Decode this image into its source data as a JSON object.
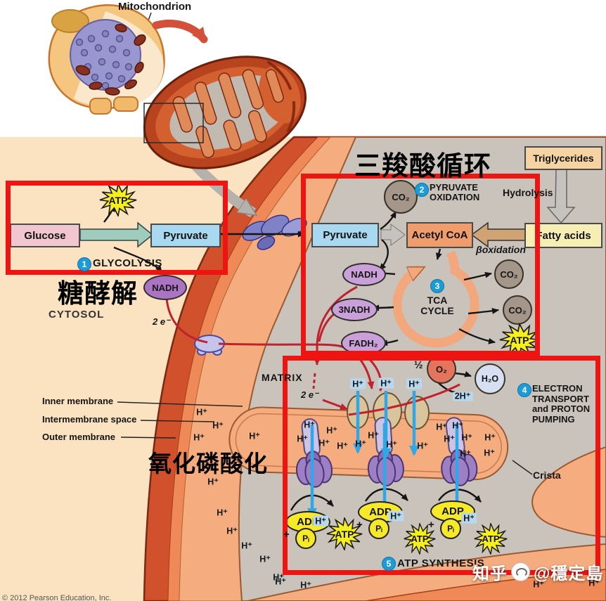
{
  "title": {
    "mitochondrion": "Mitochondrion"
  },
  "cn": {
    "tca": "三羧酸循环",
    "glycolysis": "糖酵解",
    "oxphos": "氧化磷酸化"
  },
  "steps": {
    "s1": {
      "n": "1",
      "label": "GLYCOLYSIS"
    },
    "s2": {
      "n": "2",
      "label": "PYRUVATE OXIDATION"
    },
    "s3": {
      "n": "3",
      "label": "TCA CYCLE"
    },
    "s4": {
      "n": "4",
      "label": "ELECTRON TRANSPORT and PROTON PUMPING"
    },
    "s5": {
      "n": "5",
      "label": "ATP SYNTHESIS"
    }
  },
  "mol": {
    "glucose": "Glucose",
    "pyruvate": "Pyruvate",
    "acetyl": "Acetyl CoA",
    "trig": "Triglycerides",
    "hydrolysis": "Hydrolysis",
    "fatty": "Fatty acids",
    "boxid": "βoxidation",
    "nadh": "NADH",
    "nadh3": "3NADH",
    "fadh2": "FADH₂",
    "co2": "CO₂",
    "atp": "ATP",
    "adp": "ADP",
    "pi": "Pᵢ",
    "plus": "+",
    "o2": "O₂",
    "half": "½",
    "h2o": "H₂O",
    "hplus": "H⁺",
    "twohplus": "2H⁺",
    "twoe": "2 e⁻"
  },
  "regions": {
    "cytosol": "CYTOSOL",
    "matrix": "MATRIX",
    "inner": "Inner membrane",
    "inter": "Intermembrane space",
    "outer": "Outer membrane",
    "crista": "Crista"
  },
  "watermark": {
    "site": "知乎",
    "user": "@穩定島"
  },
  "copyright": "© 2012 Pearson Education, Inc.",
  "colors": {
    "accent_red": "#ee1411",
    "atp_yellow": "#f6ef1c",
    "hplus_chip": "#b9d8ee",
    "badge_blue": "#1b9cd8"
  }
}
